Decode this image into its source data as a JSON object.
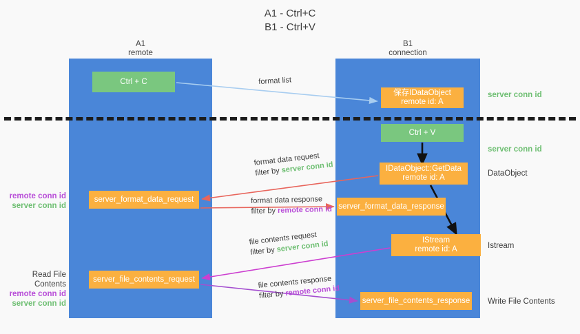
{
  "title": "A1 - Ctrl+C\nB1 - Ctrl+V",
  "columns": {
    "a1": "A1\nremote",
    "b1": "B1\nconnection"
  },
  "boxes": {
    "ctrl_c": "Ctrl + C",
    "save_idataobject": "保存IDataObject\nremote id: A",
    "ctrl_v": "Ctrl + V",
    "getdata": "IDataObject::GetData\nremote id: A",
    "server_format_data_request": "server_format_data_request",
    "server_format_data_response": "server_format_data_response",
    "istream": "IStream\nremote id: A",
    "server_file_contents_request": "server_file_contents_request",
    "server_file_contents_response": "server_file_contents_response"
  },
  "side_labels": {
    "server_conn_id_top": "server conn id",
    "server_conn_id_mid": "server conn id",
    "dataobject": "DataObject",
    "istream": "Istream",
    "write_file_contents": "Write File Contents",
    "read_file_contents": "Read File Contents",
    "remote_conn_id": "remote conn id",
    "server_conn_id": "server conn id"
  },
  "edge_labels": {
    "format_list": "format list",
    "format_data_request": "format data request",
    "format_data_request_filter_prefix": "filter by ",
    "format_data_request_filter_value": "server conn id",
    "format_data_response": "format data response",
    "format_data_response_filter_prefix": "filter by ",
    "format_data_response_filter_value": "remote conn id",
    "file_contents_request": "file contents request",
    "file_contents_request_filter_prefix": "filter by ",
    "file_contents_request_filter_value": "server conn id",
    "file_contents_response": "file contents response",
    "file_contents_response_filter_prefix": "filter by ",
    "file_contents_response_filter_value": "remote conn id"
  },
  "colors": {
    "lane": "#4a86d8",
    "green_box": "#7ac77f",
    "orange_box": "#fbb040",
    "accent_green_text": "#6fbf73",
    "accent_purple_text": "#b84ed8",
    "arrow_light_blue": "#a8cdf0",
    "arrow_red": "#e8655c",
    "arrow_magenta": "#cc3fd0",
    "arrow_purple": "#a44ed0",
    "arrow_black": "#111111",
    "divider": "#1c1c1c",
    "background": "#f9f9f9"
  }
}
